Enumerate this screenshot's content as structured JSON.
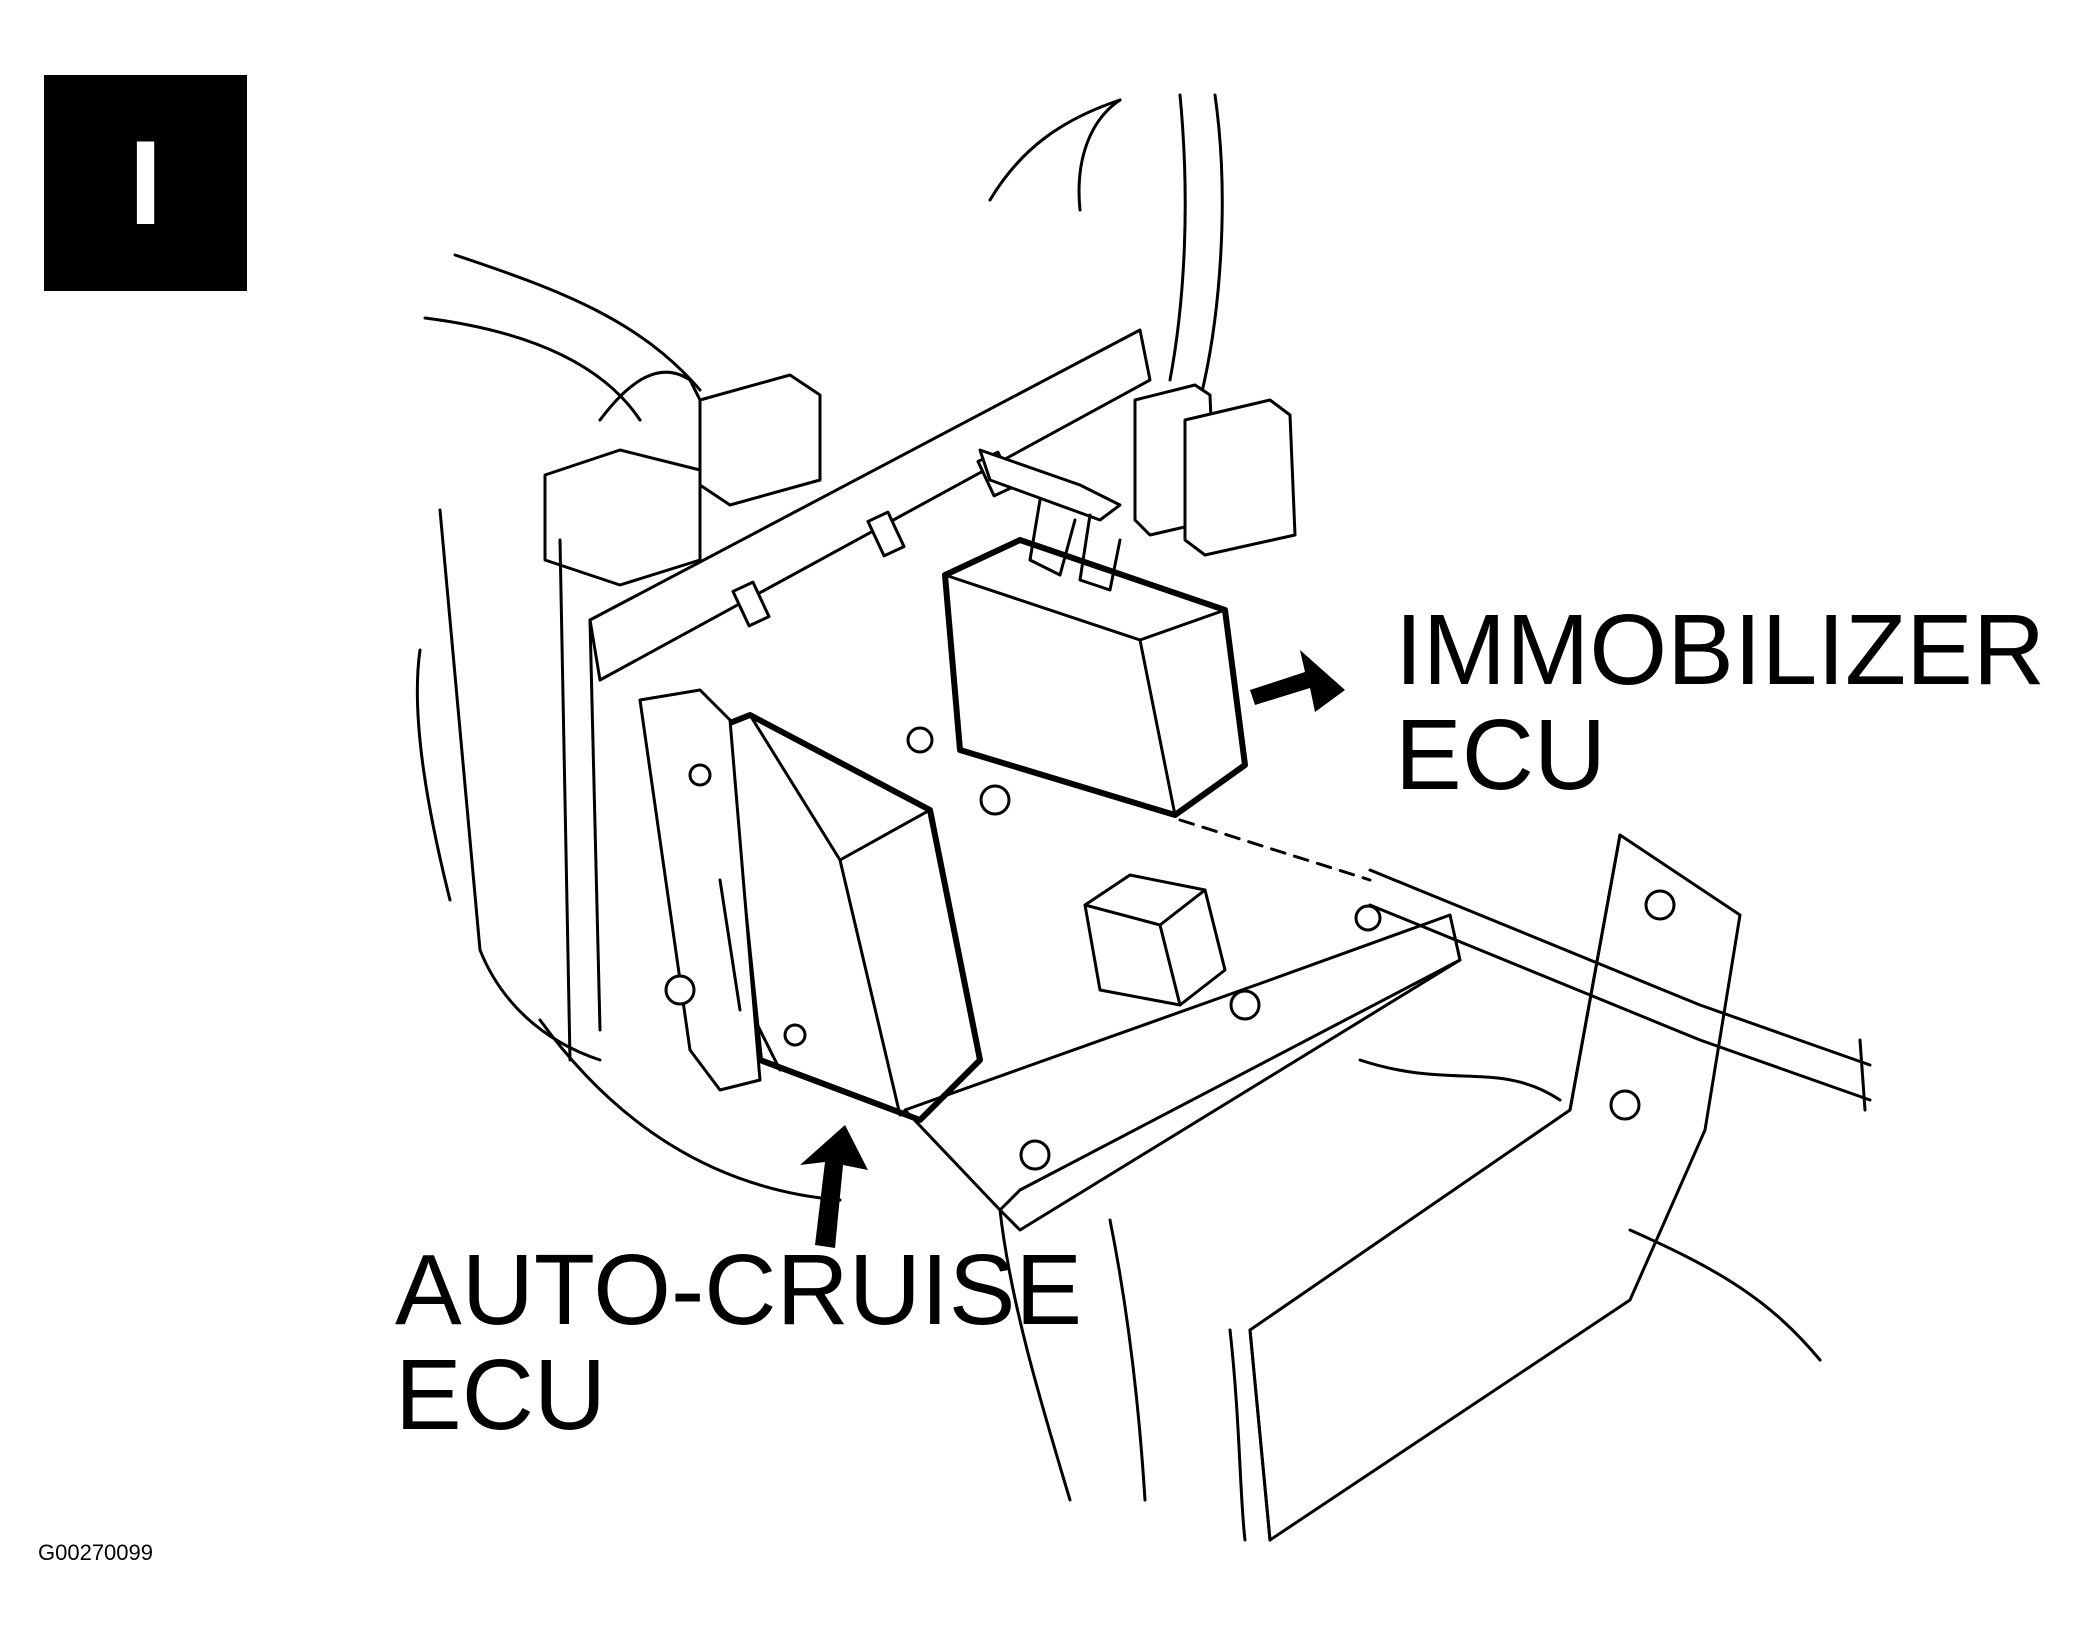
{
  "panel_letter": "I",
  "callouts": {
    "immobilizer": {
      "line1": "IMMOBILIZER",
      "line2": "ECU"
    },
    "auto_cruise": {
      "line1": "AUTO-CRUISE",
      "line2": "ECU"
    }
  },
  "figure_id": "G00270099",
  "colors": {
    "ink": "#000000",
    "paper": "#ffffff"
  },
  "icons": [
    "arrow-icon",
    "arrow-icon"
  ]
}
